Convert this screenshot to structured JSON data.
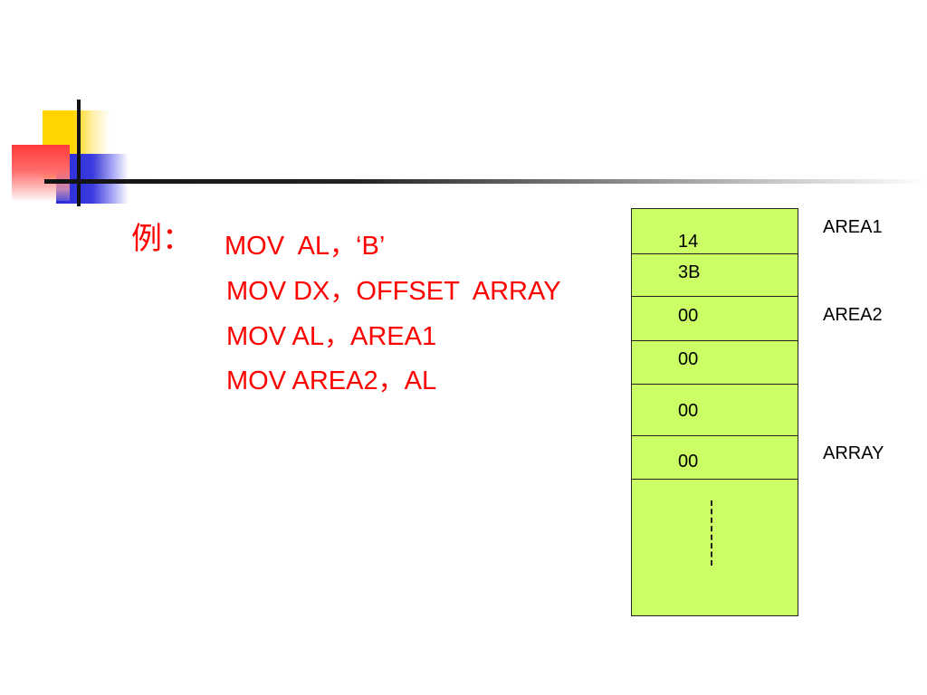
{
  "example": {
    "label": "例：",
    "lines": [
      "MOV  AL，‘B’",
      "MOV DX，OFFSET  ARRAY",
      "MOV AL，AREA1",
      "MOV AREA2，AL"
    ]
  },
  "memory": {
    "cells": [
      "14",
      "3B",
      "00",
      "00",
      "00",
      "00"
    ],
    "labels": [
      "AREA1",
      "AREA2",
      "ARRAY"
    ]
  },
  "colors": {
    "code_text": "#ff0000",
    "memory_fill": "#ccff66",
    "accent_yellow": "#ffd400",
    "accent_blue": "#2b2bd6",
    "accent_red": "#ff3a3a"
  }
}
